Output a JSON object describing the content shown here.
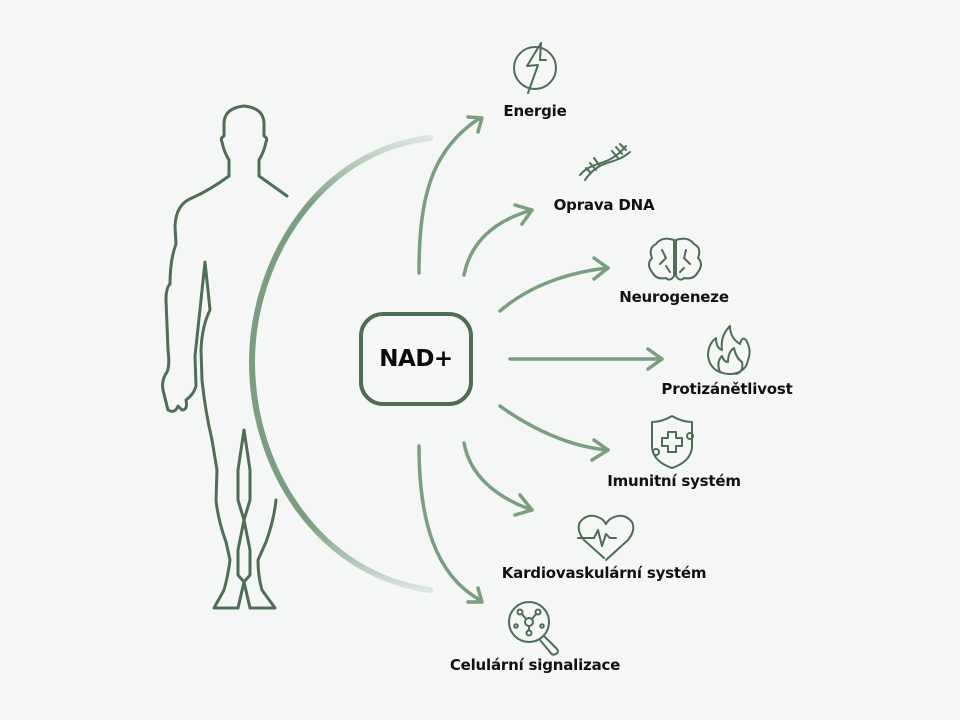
{
  "center": {
    "label": "NAD+"
  },
  "colors": {
    "background": "#f4f7f6",
    "outline_dark": "#4e6e55",
    "arrow": "#7a9e80",
    "text": "#111111"
  },
  "benefits": [
    {
      "label": "Energie",
      "icon": "lightning-bolt-icon"
    },
    {
      "label": "Oprava DNA",
      "icon": "dna-helix-icon"
    },
    {
      "label": "Neurogeneze",
      "icon": "brain-icon"
    },
    {
      "label": "Protizánětlivost",
      "icon": "flame-icon"
    },
    {
      "label": "Imunitní systém",
      "icon": "shield-cross-icon"
    },
    {
      "label": "Kardiovaskulární systém",
      "icon": "heart-pulse-icon"
    },
    {
      "label": "Celulární signalizace",
      "icon": "molecule-magnifier-icon"
    }
  ]
}
